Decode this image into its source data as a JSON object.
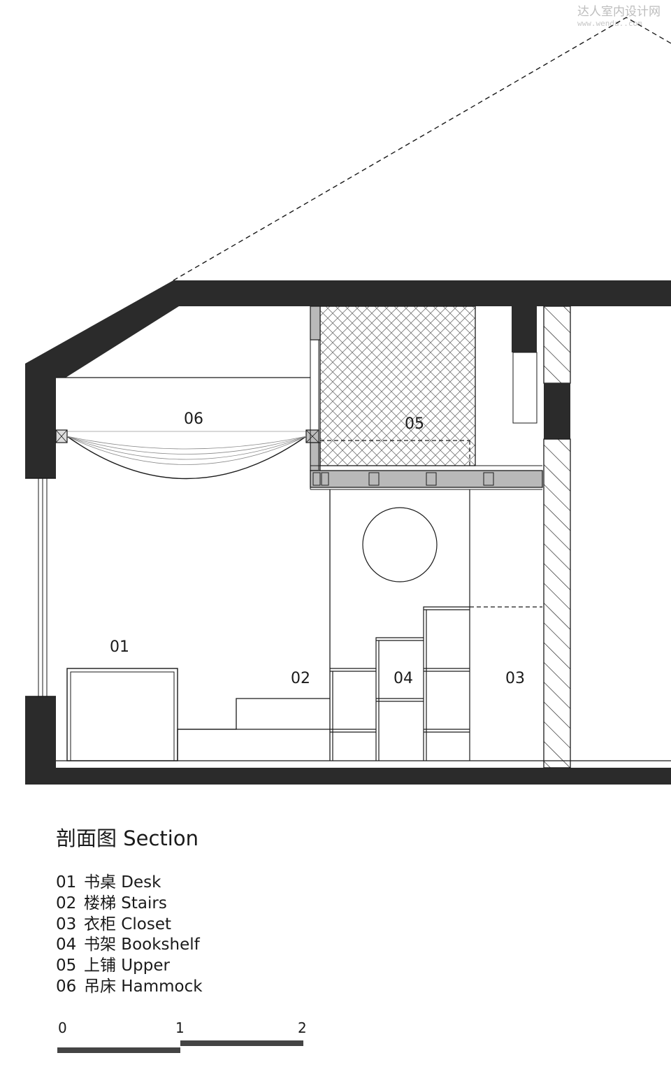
{
  "watermark": {
    "name": "达人室内设计网",
    "url": "www.wenda..com"
  },
  "drawing_title": "剖面图 Section",
  "section_labels": [
    {
      "code": "06"
    },
    {
      "code": "05"
    },
    {
      "code": "01"
    },
    {
      "code": "02"
    },
    {
      "code": "04"
    },
    {
      "code": "03"
    }
  ],
  "legend": [
    {
      "code": "01",
      "name": "书桌 Desk"
    },
    {
      "code": "02",
      "name": "楼梯 Stairs"
    },
    {
      "code": "03",
      "name": "衣柜 Closet"
    },
    {
      "code": "04",
      "name": "书架 Bookshelf"
    },
    {
      "code": "05",
      "name": "上铺 Upper"
    },
    {
      "code": "06",
      "name": "吊床 Hammock"
    }
  ],
  "scale_bar": {
    "ticks": [
      "0",
      "1",
      "2"
    ]
  },
  "colors": {
    "wall": "#2b2b2b",
    "line": "#1a1a1a",
    "beam_fill": "#b9b9b9"
  }
}
